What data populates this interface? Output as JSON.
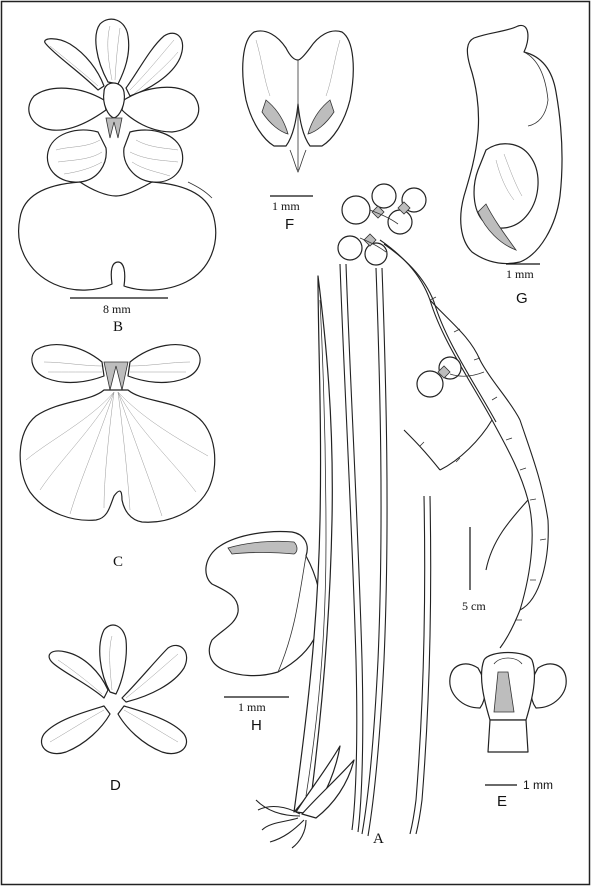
{
  "figures": {
    "A": {
      "label": "A",
      "scale": "5 cm"
    },
    "B": {
      "label": "B",
      "scale": "8 mm"
    },
    "C": {
      "label": "C"
    },
    "D": {
      "label": "D"
    },
    "E": {
      "label": "E",
      "scale": "1 mm"
    },
    "F": {
      "label": "F",
      "scale": "1 mm"
    },
    "G": {
      "label": "G",
      "scale": "1 mm"
    },
    "H": {
      "label": "H",
      "scale": "1 mm"
    }
  }
}
